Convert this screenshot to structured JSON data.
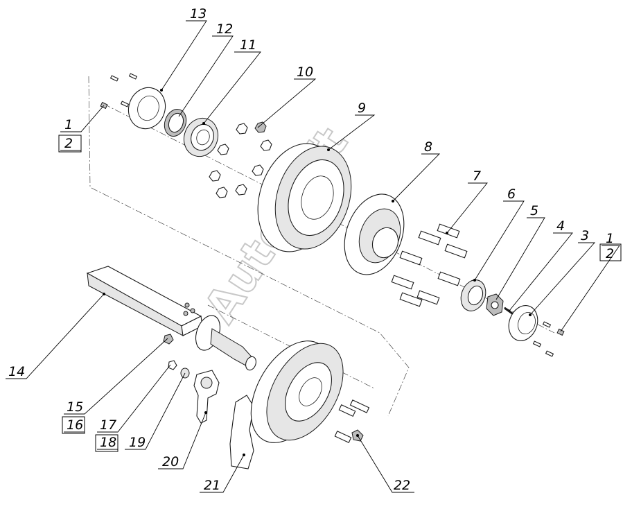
{
  "watermark": "AutoSoft",
  "callouts": [
    {
      "id": "c1a",
      "text": "1"
    },
    {
      "id": "c2a",
      "text": "2"
    },
    {
      "id": "c1b",
      "text": "1"
    },
    {
      "id": "c2b",
      "text": "2"
    },
    {
      "id": "c3",
      "text": "3"
    },
    {
      "id": "c4",
      "text": "4"
    },
    {
      "id": "c5",
      "text": "5"
    },
    {
      "id": "c6",
      "text": "6"
    },
    {
      "id": "c7",
      "text": "7"
    },
    {
      "id": "c8",
      "text": "8"
    },
    {
      "id": "c9",
      "text": "9"
    },
    {
      "id": "c10",
      "text": "10"
    },
    {
      "id": "c11",
      "text": "11"
    },
    {
      "id": "c12",
      "text": "12"
    },
    {
      "id": "c13",
      "text": "13"
    },
    {
      "id": "c14",
      "text": "14"
    },
    {
      "id": "c15",
      "text": "15"
    },
    {
      "id": "c16",
      "text": "16"
    },
    {
      "id": "c17",
      "text": "17"
    },
    {
      "id": "c18",
      "text": "18"
    },
    {
      "id": "c19",
      "text": "19"
    },
    {
      "id": "c20",
      "text": "20"
    },
    {
      "id": "c21",
      "text": "21"
    },
    {
      "id": "c22",
      "text": "22"
    }
  ]
}
